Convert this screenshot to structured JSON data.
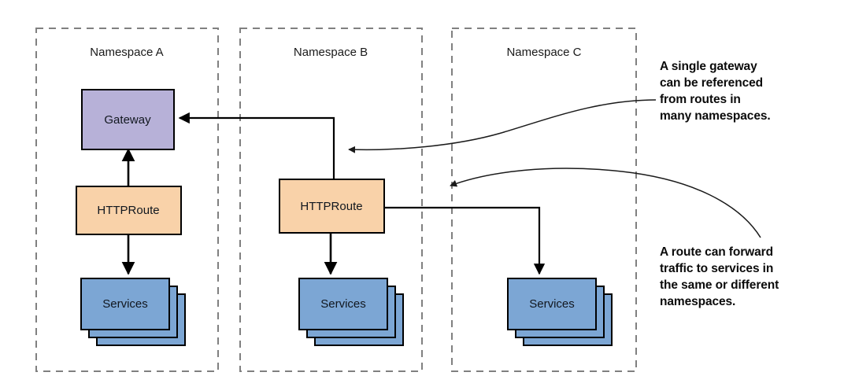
{
  "diagram": {
    "type": "kubernetes-gateway-api-namespace-diagram",
    "background": "#ffffff",
    "colors": {
      "gateway_fill": "#b7b1d8",
      "route_fill": "#f9d2a9",
      "service_fill": "#7ca6d4",
      "stroke": "#000000",
      "namespace_border": "#7f7f7f",
      "text": "#11171f"
    },
    "namespaces": [
      {
        "id": "ns-a",
        "label": "Namespace A"
      },
      {
        "id": "ns-b",
        "label": "Namespace B"
      },
      {
        "id": "ns-c",
        "label": "Namespace C"
      }
    ],
    "nodes": {
      "gateway_a": {
        "label": "Gateway",
        "kind": "gateway",
        "namespace": "Namespace A"
      },
      "httproute_a": {
        "label": "HTTPRoute",
        "kind": "httproute",
        "namespace": "Namespace A"
      },
      "services_a": {
        "label": "Services",
        "kind": "services",
        "namespace": "Namespace A",
        "stacked": 3
      },
      "httproute_b": {
        "label": "HTTPRoute",
        "kind": "httproute",
        "namespace": "Namespace B"
      },
      "services_b": {
        "label": "Services",
        "kind": "services",
        "namespace": "Namespace B",
        "stacked": 3
      },
      "services_c": {
        "label": "Services",
        "kind": "services",
        "namespace": "Namespace C",
        "stacked": 3
      }
    },
    "edges": [
      {
        "from": "httproute_a",
        "to": "gateway_a",
        "style": "solid-arrow"
      },
      {
        "from": "httproute_a",
        "to": "services_a",
        "style": "solid-arrow"
      },
      {
        "from": "httproute_b",
        "to": "gateway_a",
        "style": "solid-arrow-orthogonal"
      },
      {
        "from": "httproute_b",
        "to": "services_b",
        "style": "solid-arrow"
      },
      {
        "from": "httproute_b",
        "to": "services_c",
        "style": "solid-arrow-orthogonal"
      }
    ],
    "callouts": [
      {
        "id": "callout-gateway",
        "text": "A single gateway\ncan be referenced\nfrom routes in\nmany namespaces.",
        "points_to": "gateway-reference-edge"
      },
      {
        "id": "callout-route",
        "text": "A route can forward\ntraffic to services in\nthe same or different\nnamespaces.",
        "points_to": "cross-namespace-service-edge"
      }
    ]
  }
}
